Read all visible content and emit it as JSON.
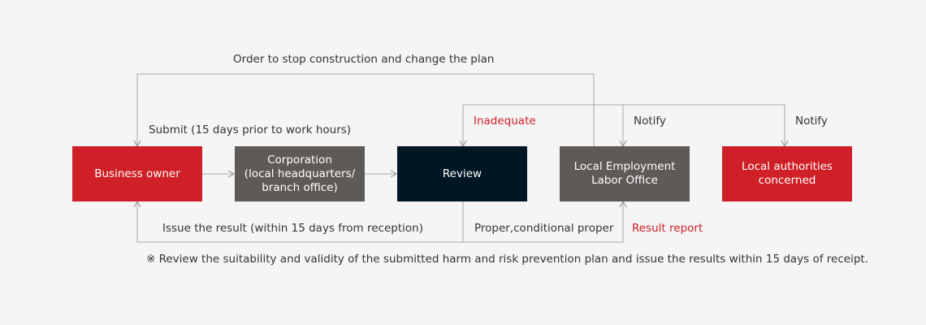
{
  "nodes": {
    "business_owner": "Business owner",
    "corporation": "Corporation\n(local headquarters/\nbranch office)",
    "review": "Review",
    "labor_office": "Local Employment\nLabor Office",
    "local_authorities": "Local authorities\nconcerned"
  },
  "edges": {
    "order_stop": "Order to stop construction and change the plan",
    "submit": "Submit (15 days prior to work hours)",
    "inadequate": "Inadequate",
    "notify_labor": "Notify",
    "notify_authorities": "Notify",
    "issue_result": "Issue the result (within 15 days from reception)",
    "proper": "Proper,conditional proper",
    "result_report": "Result report"
  },
  "footnote": "※ Review the suitability and validity of the submitted harm and risk prevention plan and issue the results within 15 days of receipt.",
  "colors": {
    "primary_red": "#cf2027",
    "dark_gray": "#5e5a58",
    "navy": "#001624",
    "line": "#999999"
  }
}
